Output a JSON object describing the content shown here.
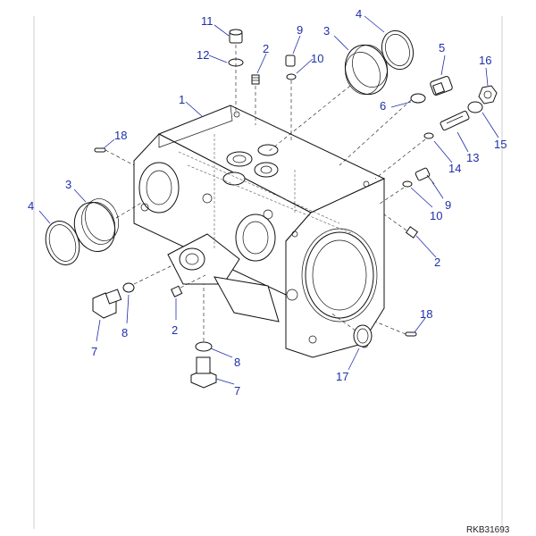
{
  "diagram": {
    "drawing_code": "RKB31693",
    "callouts": [
      {
        "id": "c1",
        "label": "1"
      },
      {
        "id": "c2a",
        "label": "2"
      },
      {
        "id": "c2b",
        "label": "2"
      },
      {
        "id": "c2c",
        "label": "2"
      },
      {
        "id": "c3a",
        "label": "3"
      },
      {
        "id": "c3b",
        "label": "3"
      },
      {
        "id": "c4a",
        "label": "4"
      },
      {
        "id": "c4b",
        "label": "4"
      },
      {
        "id": "c5",
        "label": "5"
      },
      {
        "id": "c6",
        "label": "6"
      },
      {
        "id": "c7a",
        "label": "7"
      },
      {
        "id": "c7b",
        "label": "7"
      },
      {
        "id": "c8a",
        "label": "8"
      },
      {
        "id": "c8b",
        "label": "8"
      },
      {
        "id": "c9a",
        "label": "9"
      },
      {
        "id": "c9b",
        "label": "9"
      },
      {
        "id": "c10a",
        "label": "10"
      },
      {
        "id": "c10b",
        "label": "10"
      },
      {
        "id": "c11",
        "label": "11"
      },
      {
        "id": "c12",
        "label": "12"
      },
      {
        "id": "c13",
        "label": "13"
      },
      {
        "id": "c14",
        "label": "14"
      },
      {
        "id": "c15",
        "label": "15"
      },
      {
        "id": "c16",
        "label": "16"
      },
      {
        "id": "c17",
        "label": "17"
      },
      {
        "id": "c18a",
        "label": "18"
      },
      {
        "id": "c18b",
        "label": "18"
      }
    ]
  }
}
